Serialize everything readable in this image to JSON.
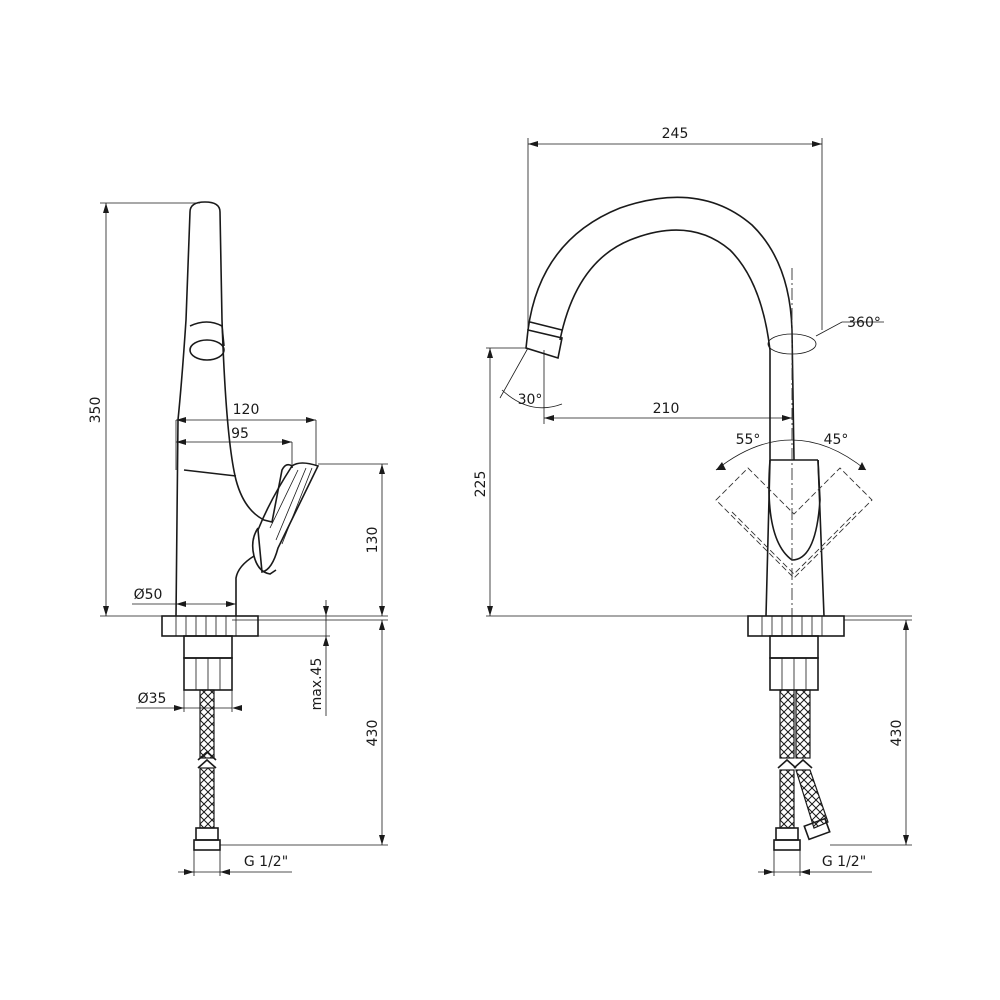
{
  "side_view": {
    "height_total": "350",
    "spout_reach": "120",
    "handle_reach": "95",
    "handle_height": "130",
    "base_diameter": "Ø50",
    "shank_diameter": "Ø35",
    "max_thickness": "max.45",
    "hose_length": "430",
    "connection": "G 1/2\""
  },
  "front_view": {
    "overall_width": "245",
    "swivel_angle": "360°",
    "spout_tilt": "30°",
    "spout_reach": "210",
    "spout_height": "225",
    "left_lever_angle": "55°",
    "right_lever_angle": "45°",
    "hose_length": "430",
    "connection": "G 1/2\""
  }
}
